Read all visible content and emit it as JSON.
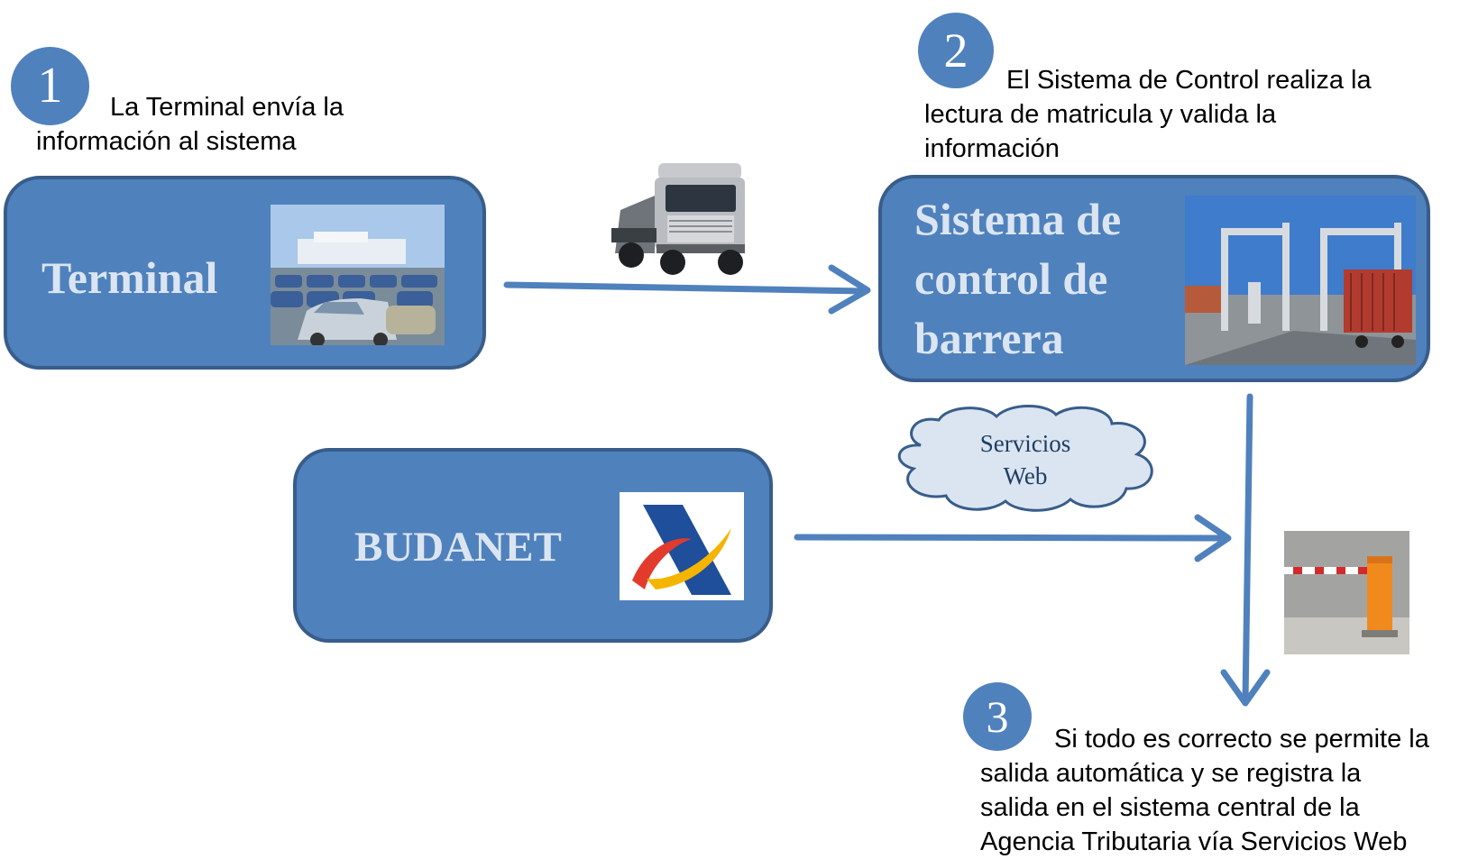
{
  "steps": [
    {
      "number": "1",
      "line1": "La Terminal envía la",
      "line2": "información al sistema"
    },
    {
      "number": "2",
      "line1": "El Sistema de Control realiza la",
      "line2": "lectura de matricula y valida la",
      "line3": "información"
    },
    {
      "number": "3",
      "line1": "Si todo es correcto se permite la",
      "line2": "salida automática y se registra la",
      "line3": "salida en el sistema central de la",
      "line4": "Agencia Tributaria vía Servicios Web"
    }
  ],
  "boxes": {
    "terminal": {
      "label": "Terminal"
    },
    "control": {
      "line1": "Sistema de",
      "line2": "control de",
      "line3": "barrera"
    },
    "budanet": {
      "label": "BUDANET"
    }
  },
  "cloud": {
    "line1": "Servicios",
    "line2": "Web"
  },
  "colors": {
    "box_fill": "#4f81bd",
    "box_border": "#385d8a",
    "box_text": "#dbe5f1",
    "arrow": "#4f81bd",
    "cloud_fill": "#dbe5f1"
  }
}
